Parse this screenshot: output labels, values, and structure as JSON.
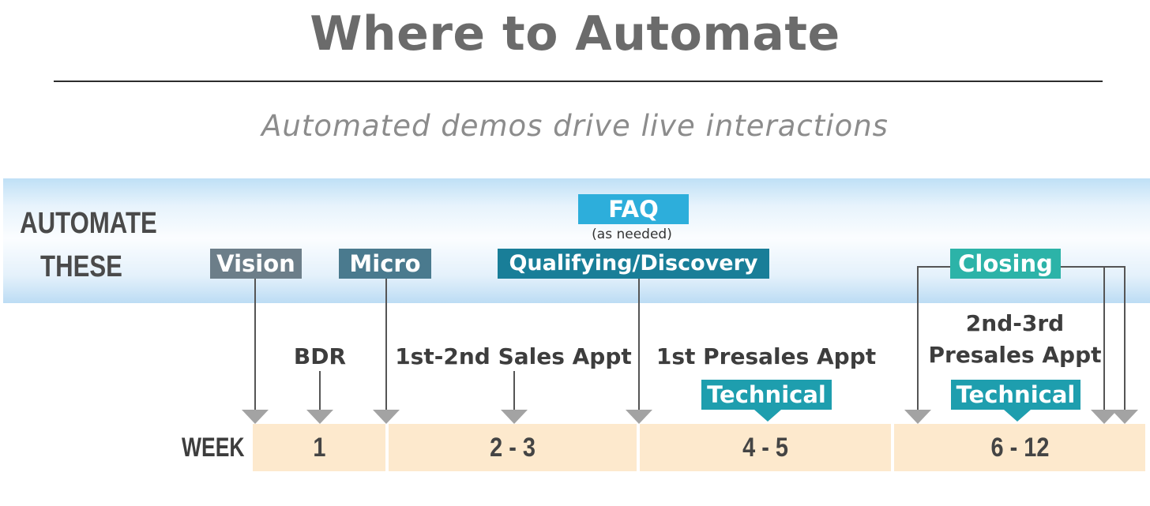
{
  "title": "Where to Automate",
  "subtitle": "Automated demos drive live interactions",
  "side_label": {
    "line1": "AUTOMATE",
    "line2": "THESE"
  },
  "boxes": {
    "vision": "Vision",
    "micro": "Micro",
    "faq": "FAQ",
    "faq_note": "(as needed)",
    "qualifying": "Qualifying/Discovery",
    "closing": "Closing",
    "technical_1": "Technical",
    "technical_2": "Technical"
  },
  "stages": {
    "bdr": "BDR",
    "sales": "1st-2nd Sales Appt",
    "presales1": "1st Presales Appt",
    "presales2_line1": "2nd-3rd",
    "presales2_line2": "Presales Appt"
  },
  "week": {
    "label": "WEEK",
    "cells": [
      "1",
      "2 - 3",
      "4 - 5",
      "6 - 12"
    ]
  },
  "colors": {
    "vision": "#6c7e89",
    "micro": "#4a7a8e",
    "qualifying": "#197e98",
    "faq": "#2daedb",
    "closing": "#2cb3a8",
    "technical": "#1e9eae",
    "week_cell": "#fde9cd"
  }
}
